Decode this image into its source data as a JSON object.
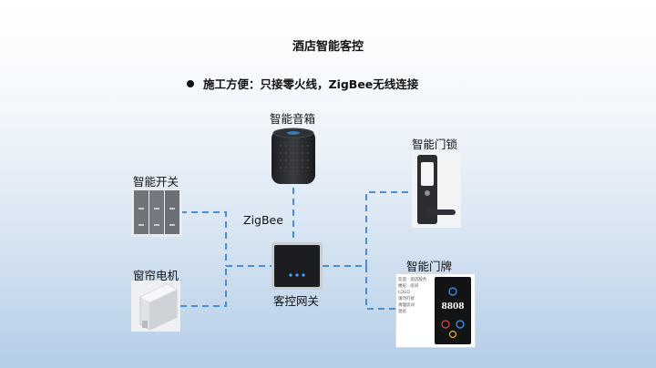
{
  "slide": {
    "title": "酒店智能客控",
    "bullet": "施工方便：只接零火线，ZigBee无线连接"
  },
  "devices": {
    "speaker": "智能音箱",
    "switch": "智能开关",
    "curtain": "窗帘电机",
    "gateway": "客控网关",
    "lock": "智能门锁",
    "doorplate": "智能门牌"
  },
  "protocol_label": "ZigBee",
  "doorplate_screen": {
    "brand": "8808",
    "lines": [
      "欢迎 · 酒店服务",
      "楼层 · 房间",
      "LOGO",
      "请勿打扰",
      "清理房间",
      "退房"
    ]
  },
  "colors": {
    "link": "#4a8fd4",
    "device_dark": "#2b2d31",
    "switch_panel": "#707379"
  }
}
